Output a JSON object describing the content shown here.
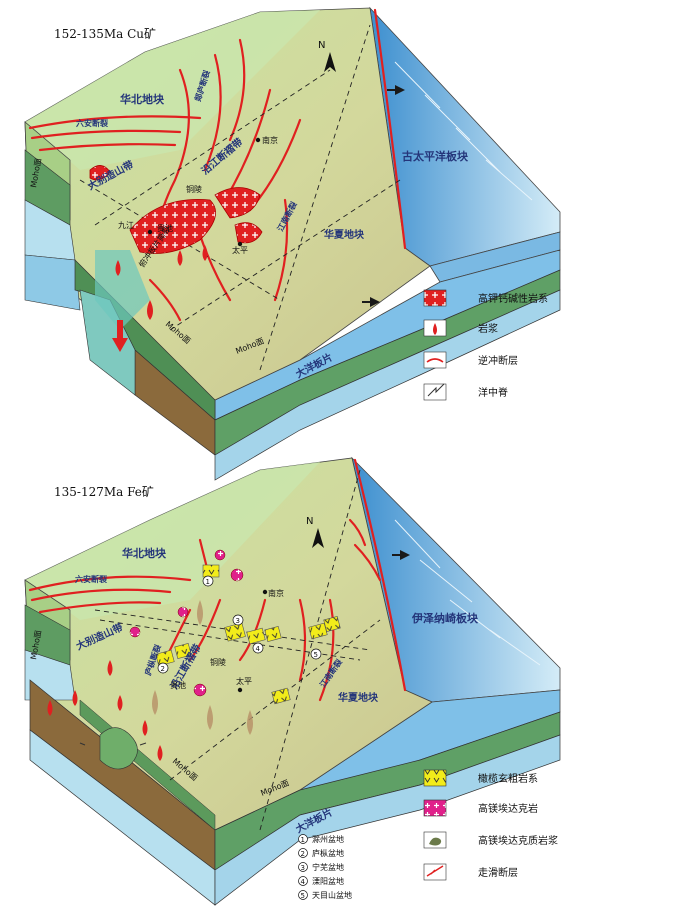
{
  "colors": {
    "top_surface": "#d6dca0",
    "north_block": "#c6e3a6",
    "ocean": "#5aa6dc",
    "ocean_light": "#bfe0f3",
    "crust_green": "#5c9a5c",
    "mantle_brown": "#8b6a3c",
    "fault_red": "#e02020",
    "magma_red": "#e02020",
    "shoshonite_yellow": "#f2ec1a",
    "adakite_magenta": "#e0208a"
  },
  "panel_top": {
    "title": "152-135Ma Cu矿",
    "north_label": "N",
    "labels": {
      "north_china": "华北地块",
      "tanlu_fault": "郯庐断裂",
      "luan_fault": "六安断裂",
      "dabie": "大别造山带",
      "yangtze_belt": "沿江断褶带",
      "nanjing": "南京",
      "tongling": "铜陵",
      "jiujiang": "九江",
      "guichi": "贵池",
      "taiping": "太平",
      "jiangnan_fault": "江南断裂",
      "south_china": "华夏地块",
      "pacific_plate": "古太平洋板块",
      "ocean_slab": "大洋板片",
      "moho_left": "Moho面",
      "moho_mid": "Moho面",
      "moho_right": "Moho面",
      "slab_window": "俯冲板片撕裂"
    },
    "legend": [
      {
        "icon": "cross-pattern-icon",
        "label": "高钾钙碱性岩系"
      },
      {
        "icon": "magma-drop-icon",
        "label": "岩浆"
      },
      {
        "icon": "thrust-fault-icon",
        "label": "逆冲断层"
      },
      {
        "icon": "ridge-icon",
        "label": "洋中脊"
      }
    ]
  },
  "panel_bottom": {
    "title": "135-127Ma Fe矿",
    "north_label": "N",
    "labels": {
      "north_china": "华北地块",
      "luan_fault": "六安断裂",
      "dabie": "大别造山带",
      "yangtze_belt": "沿江断褶带",
      "luzong_fault": "庐枞断裂",
      "nanjing": "南京",
      "tongling": "铜陵",
      "guichi": "贵池",
      "taiping": "太平",
      "jiangnan_fault": "江南断裂",
      "south_china": "华夏地块",
      "izanagi_plate": "伊泽纳崎板块",
      "ocean_slab": "大洋板片",
      "moho_left": "Moho面",
      "moho_mid": "Moho面",
      "moho_right": "Moho面"
    },
    "basin_markers": [
      "1",
      "2",
      "3",
      "4",
      "5"
    ],
    "basins": [
      {
        "num": "1",
        "label": "滁州盆地"
      },
      {
        "num": "2",
        "label": "庐枞盆地"
      },
      {
        "num": "3",
        "label": "宁芜盆地"
      },
      {
        "num": "4",
        "label": "溧阳盆地"
      },
      {
        "num": "5",
        "label": "天目山盆地"
      }
    ],
    "legend": [
      {
        "icon": "v-pattern-icon",
        "label": "橄榄玄粗岩系"
      },
      {
        "icon": "cross-pattern-icon",
        "label": "高镁埃达克岩"
      },
      {
        "icon": "magma-blob-icon",
        "label": "高镁埃达克质岩浆"
      },
      {
        "icon": "strike-slip-icon",
        "label": "走滑断层"
      }
    ]
  }
}
